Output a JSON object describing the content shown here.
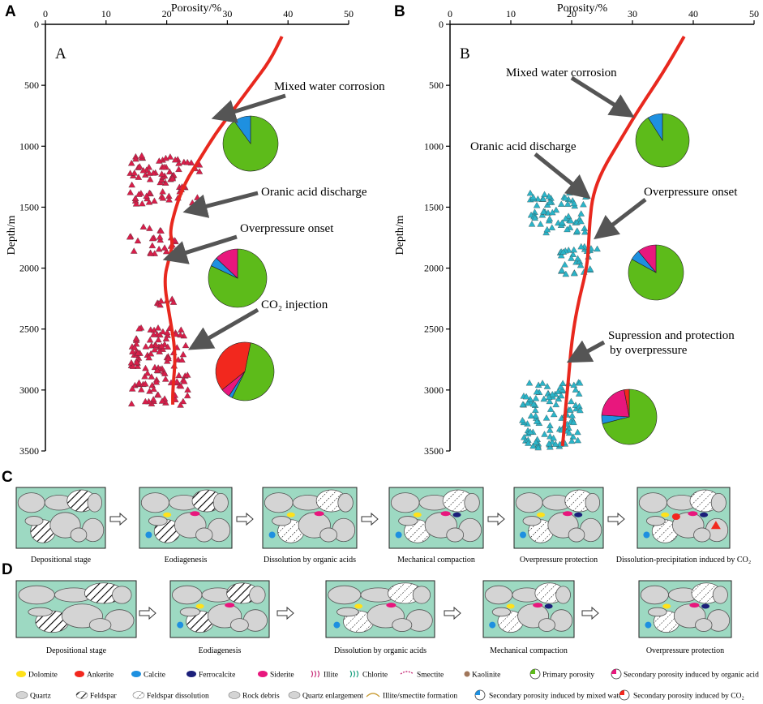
{
  "panels": {
    "A": {
      "label": "A",
      "inner_label": "A",
      "x_axis_title": "Porosity/%",
      "y_axis_title": "Depth/m",
      "x_ticks": [
        "0",
        "10",
        "20",
        "30",
        "40",
        "50"
      ],
      "y_ticks": [
        "0",
        "500",
        "1000",
        "1500",
        "2000",
        "2500",
        "3000",
        "3500"
      ],
      "annotations": [
        "Mixed water corrosion",
        "Oranic acid discharge",
        "Overpressure onset",
        "CO₂ injection"
      ],
      "curve": {
        "porosity": [
          39,
          37,
          34,
          31,
          28,
          25.5,
          23,
          21.5,
          20.5,
          21,
          20.5,
          19.5,
          20.5,
          21.5,
          21,
          21
        ],
        "depth": [
          100,
          300,
          500,
          700,
          900,
          1100,
          1300,
          1500,
          1700,
          1800,
          1900,
          2100,
          2400,
          2700,
          3000,
          3120
        ]
      },
      "pies": [
        {
          "name": "pie-1",
          "slices": [
            {
              "label": "Primary porosity",
              "value": 90,
              "color": "#5dbb1a"
            },
            {
              "label": "Mixed water",
              "value": 10,
              "color": "#1e90e0"
            }
          ]
        },
        {
          "name": "pie-2",
          "slices": [
            {
              "label": "Primary porosity",
              "value": 82,
              "color": "#5dbb1a"
            },
            {
              "label": "Mixed water",
              "value": 5,
              "color": "#1e90e0"
            },
            {
              "label": "Organic acid",
              "value": 13,
              "color": "#e8177d"
            }
          ]
        },
        {
          "name": "pie-3",
          "slices": [
            {
              "label": "Primary porosity",
              "value": 54,
              "color": "#5dbb1a"
            },
            {
              "label": "Mixed water",
              "value": 2,
              "color": "#1e90e0"
            },
            {
              "label": "Organic acid",
              "value": 5,
              "color": "#e8177d"
            },
            {
              "label": "CO2",
              "value": 39,
              "color": "#f2281e"
            }
          ]
        }
      ]
    },
    "B": {
      "label": "B",
      "inner_label": "B",
      "x_axis_title": "Porosity/%",
      "y_axis_title": "Depth/m",
      "x_ticks": [
        "0",
        "10",
        "20",
        "30",
        "40",
        "50"
      ],
      "y_ticks": [
        "0",
        "500",
        "1000",
        "1500",
        "2000",
        "2500",
        "3000",
        "3500"
      ],
      "annotations": [
        "Mixed water corrosion",
        "Oranic acid discharge",
        "Overpressure onset",
        "Supression and protection",
        "by overpressure"
      ],
      "curve": {
        "porosity": [
          38.5,
          35,
          31,
          28,
          25,
          23.5,
          23,
          22.8,
          22.5,
          21,
          20,
          19.5,
          19,
          18.8,
          18.5
        ],
        "depth": [
          100,
          400,
          700,
          950,
          1200,
          1400,
          1600,
          1800,
          2000,
          2300,
          2600,
          2900,
          3150,
          3300,
          3460
        ]
      },
      "pies": [
        {
          "name": "pie-1",
          "slices": [
            {
              "label": "Primary porosity",
              "value": 91,
              "color": "#5dbb1a"
            },
            {
              "label": "Mixed water",
              "value": 9,
              "color": "#1e90e0"
            }
          ]
        },
        {
          "name": "pie-2",
          "slices": [
            {
              "label": "Primary porosity",
              "value": 83,
              "color": "#5dbb1a"
            },
            {
              "label": "Mixed water",
              "value": 6,
              "color": "#1e90e0"
            },
            {
              "label": "Organic acid",
              "value": 11,
              "color": "#e8177d"
            }
          ]
        },
        {
          "name": "pie-3",
          "slices": [
            {
              "label": "Primary porosity",
              "value": 71,
              "color": "#5dbb1a"
            },
            {
              "label": "Mixed water",
              "value": 5,
              "color": "#1e90e0"
            },
            {
              "label": "Organic acid",
              "value": 21,
              "color": "#e8177d"
            },
            {
              "label": "CO2",
              "value": 3,
              "color": "#f2281e"
            }
          ]
        }
      ]
    },
    "C": {
      "label": "C",
      "stages": [
        "Depositional stage",
        "Eodiagenesis",
        "Dissolution by organic acids",
        "Mechanical compaction",
        "Overpressure protection",
        "Dissolution-precipitation induced by CO₂"
      ]
    },
    "D": {
      "label": "D",
      "stages": [
        "Depositional stage",
        "Eodiagenesis",
        "Dissolution by organic acids",
        "Mechanical compaction",
        "Overpressure protection"
      ]
    }
  },
  "legend": {
    "row1": [
      "Dolomite",
      "Ankerite",
      "Calcite",
      "Ferrocalcite",
      "Siderite",
      "Illite",
      "Chlorite",
      "Smectite",
      "Kaolinite",
      "Primary porosity",
      "Secondary porosity induced by organic acid"
    ],
    "row2": [
      "Quartz",
      "Feldspar",
      "Feldspar dissolution",
      "Rock debris",
      "Quartz enlargement",
      "Illite/smectite formation",
      "Secondary porosity induced by mixed water",
      "Secondary porosity induced by CO₂"
    ]
  },
  "colors": {
    "curve": "#e8281e",
    "triangle_a": "#d81e4a",
    "triangle_b": "#2bb4c8",
    "bg_pore": "#9dd9c2",
    "grain": "#d4d4d4",
    "dolomite": "#ffe11a",
    "ankerite": "#f2281e",
    "calcite": "#1e90e0",
    "ferrocalcite": "#1b1f7a",
    "siderite": "#e8177d",
    "kaolinite": "#a0765a",
    "arrow": "#555555"
  }
}
